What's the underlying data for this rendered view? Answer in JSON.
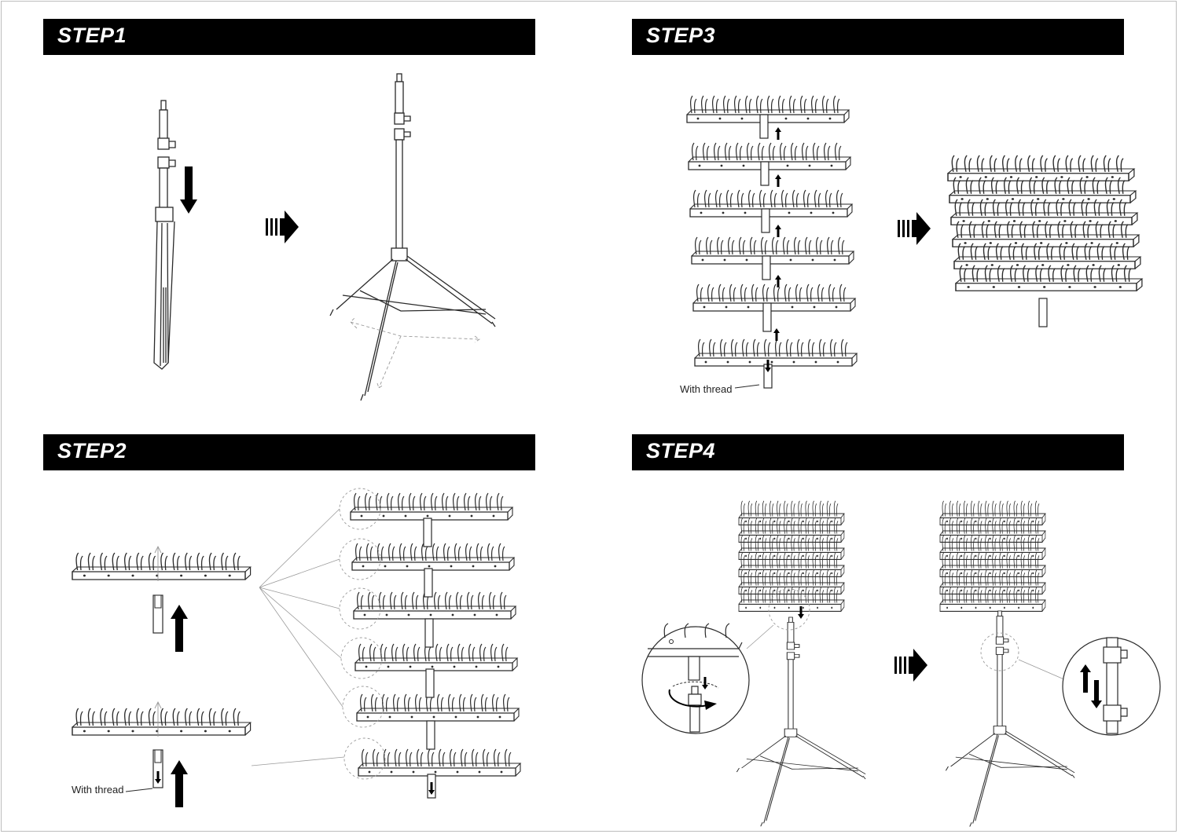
{
  "steps": [
    {
      "id": "step1",
      "title": "STEP1"
    },
    {
      "id": "step2",
      "title": "STEP2"
    },
    {
      "id": "step3",
      "title": "STEP3"
    },
    {
      "id": "step4",
      "title": "STEP4"
    }
  ],
  "labels": {
    "with_thread": "With thread"
  },
  "colors": {
    "bar": "#000000",
    "line": "#2a2a2a",
    "guide": "#9a9a9a"
  }
}
